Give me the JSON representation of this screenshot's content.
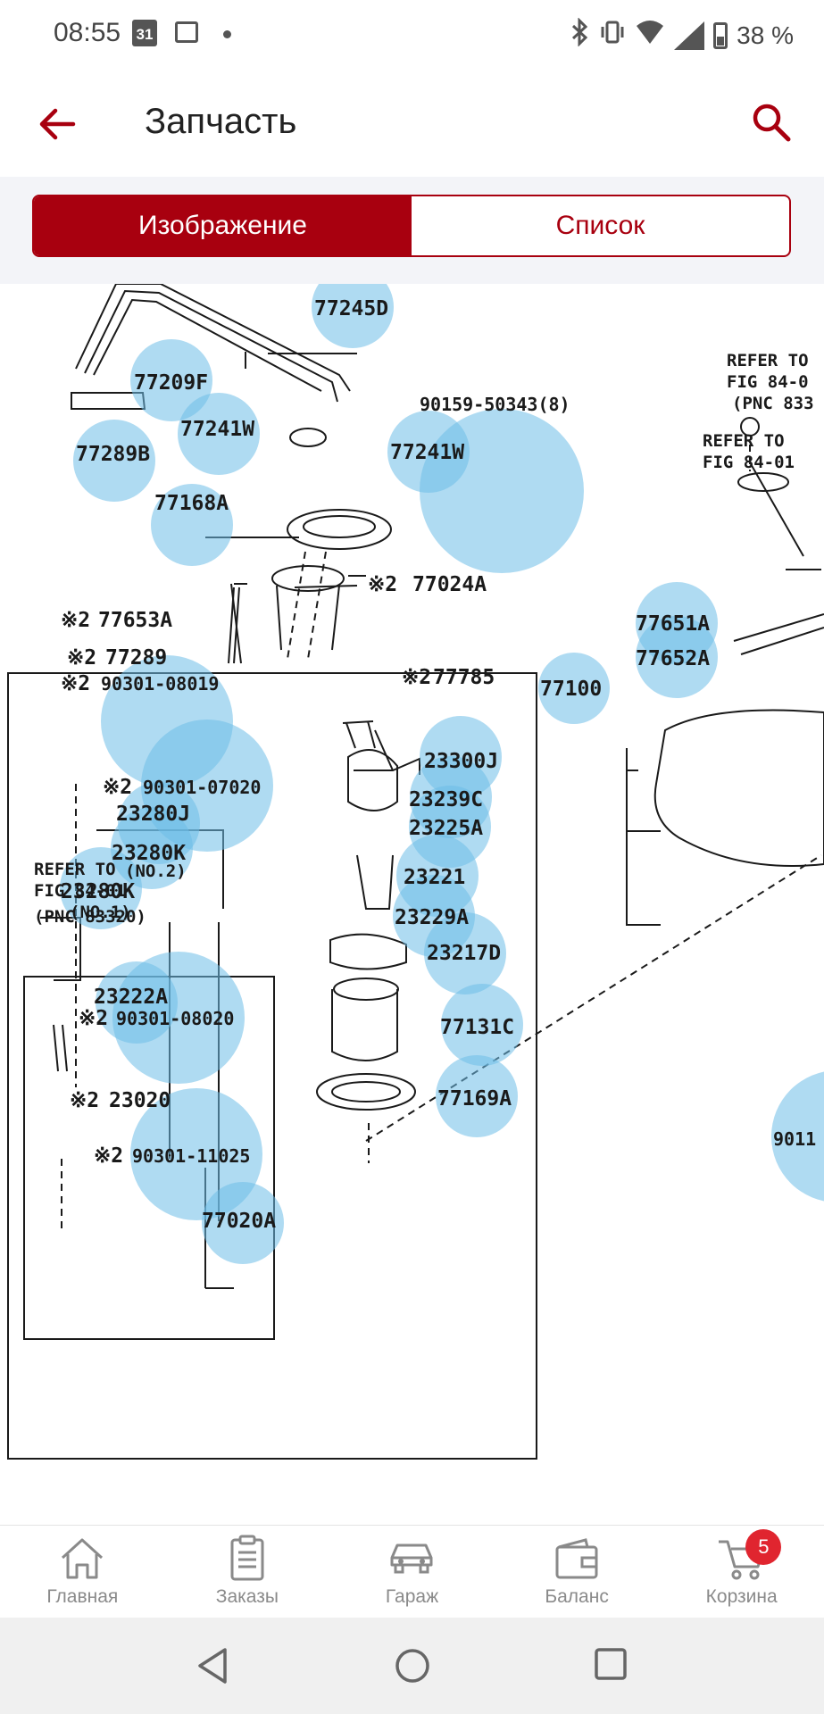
{
  "status_bar": {
    "time": "08:55",
    "calendar_day": "31",
    "battery": "38 %"
  },
  "app_bar": {
    "title": "Запчасть",
    "back_icon": "arrow-left-icon",
    "search_icon": "search-icon"
  },
  "tabs": [
    {
      "label": "Изображение",
      "active": true
    },
    {
      "label": "Список",
      "active": false
    }
  ],
  "diagram": {
    "part_labels": [
      "77245D",
      "77209F",
      "77241W",
      "77289B",
      "77241W",
      "90159-50343(8)",
      "77168A",
      "77024A",
      "77653A",
      "77289",
      "90301-08019",
      "77785",
      "77100",
      "77651A",
      "77652A",
      "90301-07020",
      "23280J",
      "23280K",
      "(NO.2)",
      "23280K",
      "(NO.1)",
      "23300J",
      "23239C",
      "23225A",
      "23221",
      "23229A",
      "23217D",
      "23222A",
      "90301-08020",
      "77131C",
      "77169A",
      "23020",
      "90301-11025",
      "77020A",
      "9011"
    ],
    "marks": [
      "※2",
      "※2",
      "※2",
      "※2",
      "※2",
      "※2",
      "※2",
      "※2",
      "※2",
      "※2"
    ],
    "notes": [
      "REFER TO",
      "FIG 84-01",
      "(PNC 83320)",
      "REFER TO",
      "FIG 84-0",
      "(PNC 833",
      "REFER TO",
      "FIG 84-01"
    ],
    "hotspot_color": "#6ebee8"
  },
  "bottom_nav": [
    {
      "label": "Главная",
      "icon": "home-icon"
    },
    {
      "label": "Заказы",
      "icon": "clipboard-icon"
    },
    {
      "label": "Гараж",
      "icon": "car-icon"
    },
    {
      "label": "Баланс",
      "icon": "wallet-icon"
    },
    {
      "label": "Корзина",
      "icon": "cart-icon",
      "badge": "5"
    }
  ],
  "colors": {
    "accent": "#a8000f",
    "badge": "#e0252f"
  }
}
